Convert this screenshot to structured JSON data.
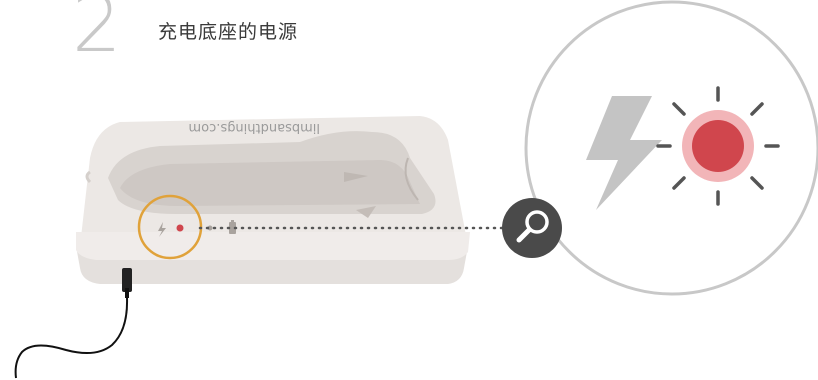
{
  "step": {
    "number": "2",
    "title": "充电底座的电源"
  },
  "dock": {
    "brand_text": "limbsandthings.com",
    "status_led": "red"
  },
  "icons": {
    "power": "lightning-bolt-icon",
    "battery": "battery-icon",
    "zoom": "magnifier-icon"
  },
  "colors": {
    "led_red": "#d0464d",
    "highlight_ring": "#e0a23a",
    "dock_body": "#ebe7e4",
    "zoom_button": "#4a4a4a"
  }
}
